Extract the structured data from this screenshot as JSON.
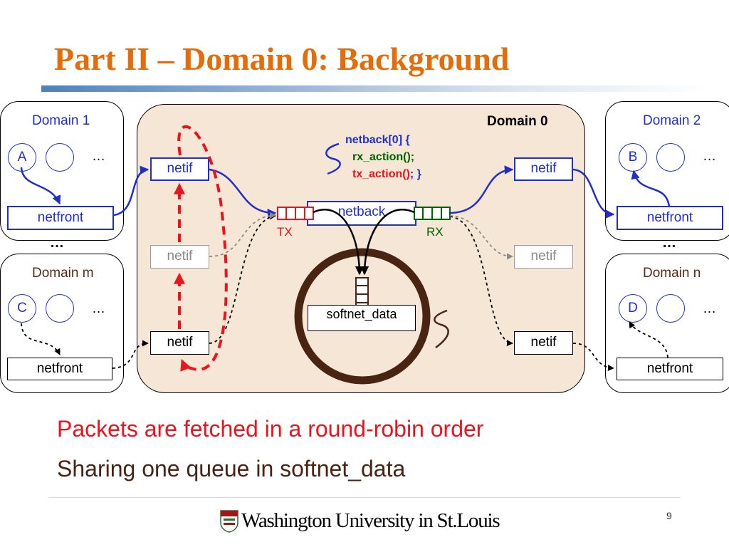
{
  "slide": {
    "title": "Part II – Domain 0: Background",
    "page_number": "9",
    "logo_text": "Washington University in St.Louis"
  },
  "domains": {
    "d1": {
      "label": "Domain 1",
      "circle": "A",
      "ellipsis": "…",
      "netfront": "netfront"
    },
    "d2": {
      "label": "Domain 2",
      "circle": "B",
      "ellipsis": "…",
      "netfront": "netfront"
    },
    "dm": {
      "label": "Domain m",
      "circle": "C",
      "ellipsis": "…",
      "netfront": "netfront"
    },
    "dn": {
      "label": "Domain n",
      "circle": "D",
      "ellipsis": "…",
      "netfront": "netfront"
    },
    "left_ellipsis": "…",
    "right_ellipsis": "…"
  },
  "domain0": {
    "label": "Domain 0",
    "netif_labels": [
      "netif",
      "netif",
      "netif",
      "netif",
      "netif",
      "netif"
    ],
    "netback": "netback",
    "tx": "TX",
    "rx": "RX",
    "softnet": "softnet_data",
    "code": {
      "line1": "netback[0] {",
      "line2": "rx_action();",
      "line3a": "tx_action()",
      "line3b": "; }"
    }
  },
  "bullets": [
    "Packets are fetched in a round-robin order",
    "Sharing one queue in softnet_data"
  ],
  "colors": {
    "title": "#e46c0a",
    "blue": "#1f2fc8",
    "red": "#e8141e",
    "green": "#006400",
    "brown": "#4a2412",
    "domain0_bg": "#f5e6d6"
  }
}
